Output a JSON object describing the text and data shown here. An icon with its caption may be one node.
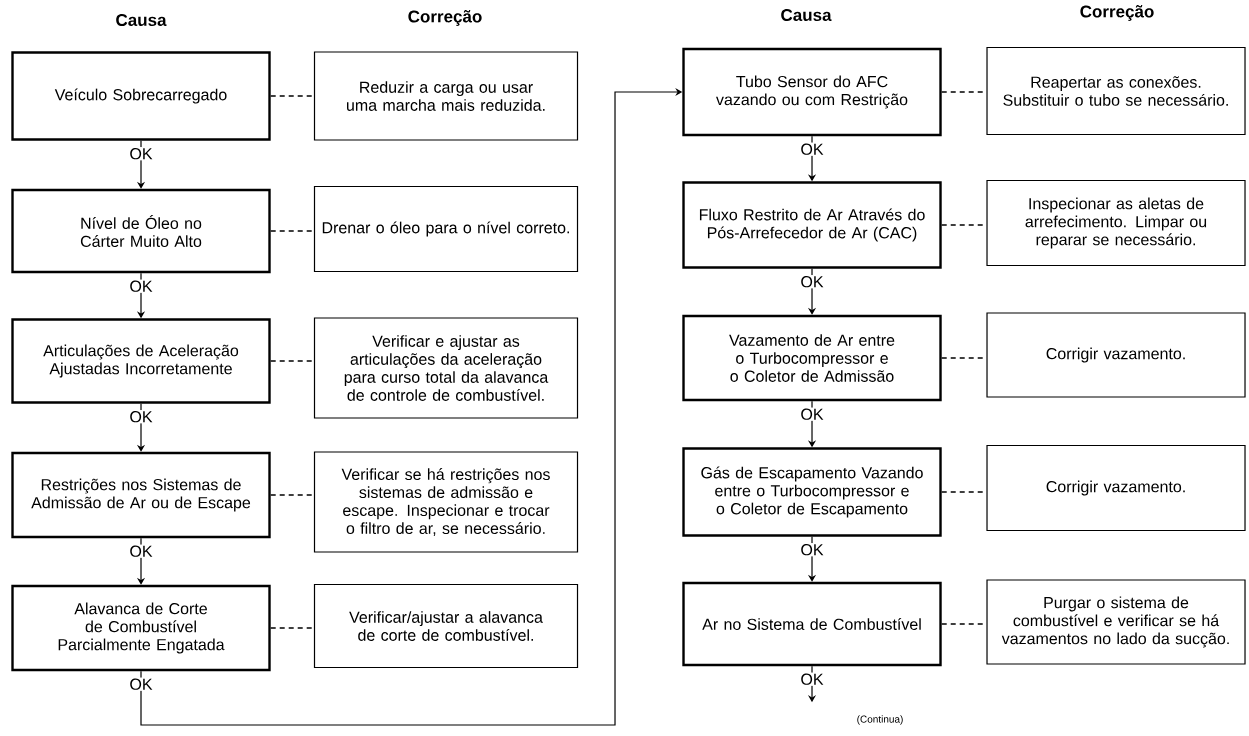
{
  "diagram": {
    "nodes": [
      {
        "text": [
          "Veículo Sobrecarregado"
        ]
      },
      {
        "text": [
          "Reduzir a carga ou usar uma marcha mais reduzida."
        ]
      },
      {
        "text": [
          "Nível de Óleo no Cárter Muito Alto"
        ]
      },
      {
        "text": [
          "Drenar o óleo para o nível correto."
        ]
      },
      {
        "text": [
          "Articulações de Aceleração Ajustadas Incorretamente"
        ]
      },
      {
        "text": [
          "Verificar e ajustar as articulações da aceleração para curso total da alavanca de controle de combustível."
        ]
      },
      {
        "text": [
          "Restrições nos Sistemas de Admissão de Ar ou de Escape"
        ]
      },
      {
        "text": [
          "Verificar se há restrições nos sistemas de admissão e escape. Inspecionar e trocar o filtro de ar, se necessário."
        ]
      },
      {
        "text": [
          "Alavanca de Corte de Combustível Parcialmente Engatada"
        ]
      },
      {
        "text": [
          "Verificar/ajustar a alavanca de corte de combustível."
        ]
      },
      {
        "text": [
          "Tubo Sensor do AFC vazando ou com Restrição"
        ]
      },
      {
        "text": [
          "Reapertar as conexões. Substituir o tubo se necessário."
        ]
      },
      {
        "text": [
          "Fluxo Restrito de Ar Através do Pós-Arrefecedor de Ar (CAC)"
        ]
      },
      {
        "text": [
          "Inspecionar as aletas de arrefecimento. Limpar ou reparar se necessário."
        ]
      },
      {
        "text": [
          "Vazamento de Ar entre o Turbocompressor e o Coletor de Admissão"
        ]
      },
      {
        "text": [
          "Corrigir vazamento."
        ]
      },
      {
        "text": [
          "Gás de Escapamento Vazando entre o Turbocompressor e o Coletor de Escapamento"
        ]
      },
      {
        "text": [
          "Corrigir vazamento."
        ]
      },
      {
        "text": [
          "Ar no Sistema de Combustível"
        ]
      },
      {
        "text": [
          "Purgar o sistema de combustível e verificar se há vazamentos no lado da sucção."
        ]
      }
    ],
    "edges": [
      {
        "from": 0,
        "to": 1,
        "arrow": "none",
        "style": "dashed"
      },
      {
        "from": 2,
        "to": 3,
        "arrow": "none",
        "style": "dashed"
      },
      {
        "from": 4,
        "to": 5,
        "arrow": "none",
        "style": "dashed"
      },
      {
        "from": 6,
        "to": 7,
        "arrow": "none",
        "style": "dashed"
      },
      {
        "from": 8,
        "to": 9,
        "arrow": "none",
        "style": "dashed"
      },
      {
        "from": 10,
        "to": 11,
        "arrow": "none",
        "style": "dashed"
      },
      {
        "from": 12,
        "to": 13,
        "arrow": "none",
        "style": "dashed"
      },
      {
        "from": 14,
        "to": 15,
        "arrow": "none",
        "style": "dashed"
      },
      {
        "from": 16,
        "to": 17,
        "arrow": "none",
        "style": "dashed"
      },
      {
        "from": 18,
        "to": 19,
        "arrow": "none",
        "style": "dashed"
      },
      {
        "from": 0,
        "to": 2,
        "arrow": "to",
        "label": "OK"
      },
      {
        "from": 2,
        "to": 4,
        "arrow": "to",
        "label": "OK"
      },
      {
        "from": 4,
        "to": 6,
        "arrow": "to",
        "label": "OK"
      },
      {
        "from": 6,
        "to": 8,
        "arrow": "to",
        "label": "OK"
      },
      {
        "from": 8,
        "to": 10,
        "arrow": "to",
        "label": "OK"
      },
      {
        "from": 10,
        "to": 12,
        "arrow": "to",
        "label": "OK"
      },
      {
        "from": 12,
        "to": 14,
        "arrow": "to",
        "label": "OK"
      },
      {
        "from": 14,
        "to": 16,
        "arrow": "to",
        "label": "OK"
      },
      {
        "from": 16,
        "to": 18,
        "arrow": "to",
        "label": "OK"
      },
      {
        "from": 18,
        "to": null,
        "arrow": "to",
        "label": "OK"
      }
    ],
    "labels": [
      "Causa",
      "Correção",
      "Causa",
      "Correção",
      "(Continua)"
    ]
  }
}
